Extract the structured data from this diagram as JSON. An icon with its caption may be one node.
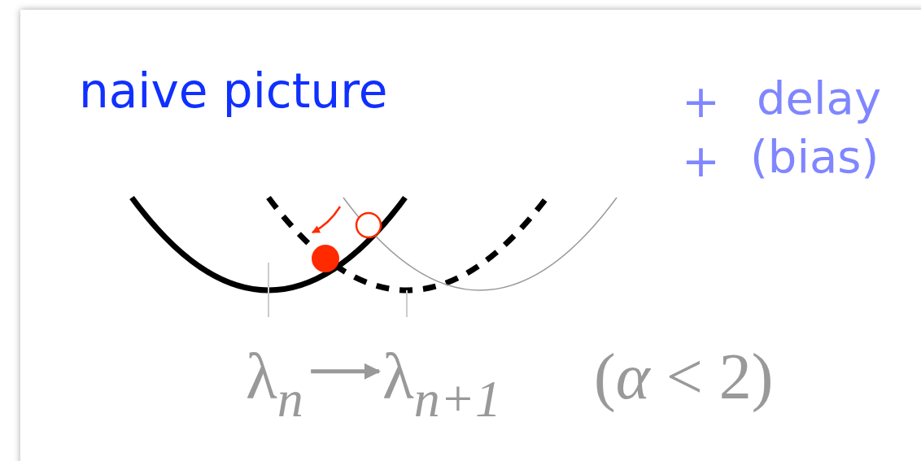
{
  "diagram": {
    "title": "naive picture",
    "nodes": [
      {
        "text": [
          "λ$_{n}$"
        ]
      },
      {
        "text": [
          "λ$_{n+1}$"
        ]
      }
    ],
    "edges": [
      {
        "from": 0,
        "to": 1,
        "arrow": "to"
      }
    ],
    "labels": [
      "+",
      "delay",
      "+",
      "(bias)",
      "(*α* < 2)"
    ]
  }
}
